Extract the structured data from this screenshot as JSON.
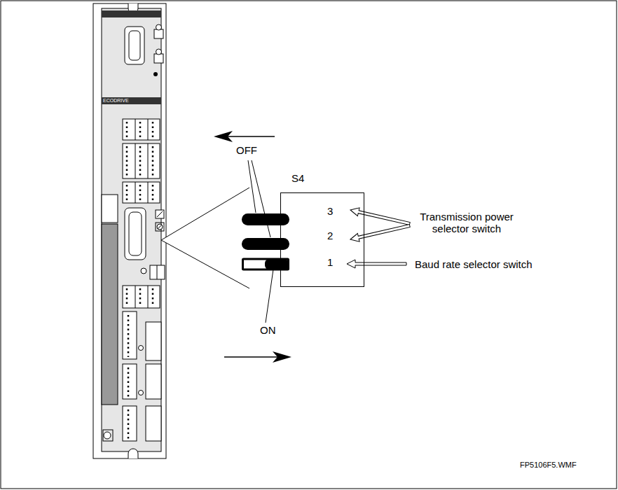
{
  "diagram": {
    "nodes": [
      {
        "text": [
          "S4",
          "3",
          "2",
          "1"
        ]
      }
    ],
    "labels": [
      "OFF",
      "ON",
      "Transmission power selector switch",
      "Baud rate selector switch",
      "ECODRIVE",
      "FP5106F5.WMF"
    ]
  }
}
